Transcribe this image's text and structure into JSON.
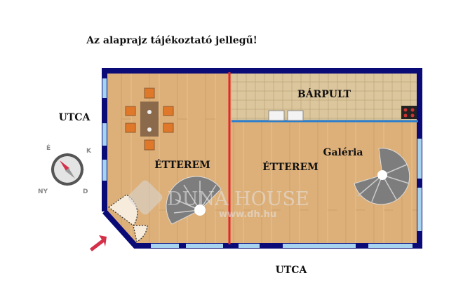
{
  "note": "Az alaprajz tájékoztató jellegű!",
  "street_left": "UTCA",
  "street_bottom": "UTCA",
  "rooms": {
    "bar": "BÁRPULT",
    "restaurant_left": "ÉTTEREM",
    "restaurant_right": "ÉTTEREM",
    "gallery": "Galéria"
  },
  "compass": {
    "north": "É",
    "east": "K",
    "south": "D",
    "west": "NY"
  },
  "watermark": {
    "brand": "DUNA HOUSE",
    "url": "www.dh.hu"
  },
  "colors": {
    "wall": "#0b0b78",
    "window": "#9fd0ee",
    "floor": "#dcae77",
    "divider_red": "#e0282c",
    "divider_blue": "#2a7fd0",
    "tile": "#d9c39a",
    "arrow": "#d4304a"
  }
}
